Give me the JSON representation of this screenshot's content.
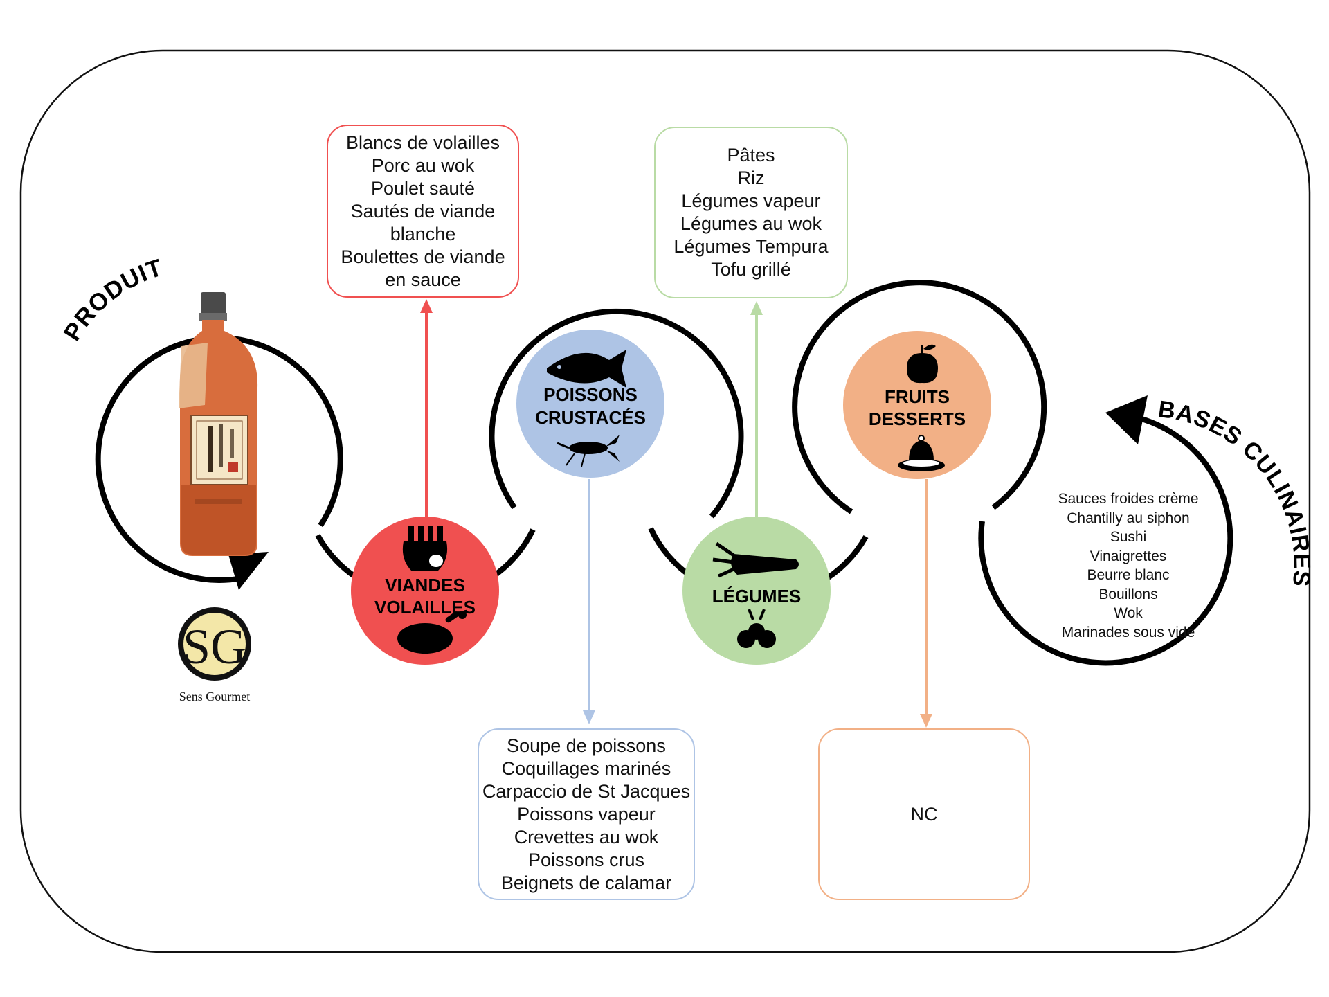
{
  "labels": {
    "produit": "PRODUIT",
    "bases_culinaires": "BASES CULINAIRES",
    "brand": "Sens Gourmet",
    "brand_monogram": "SG"
  },
  "bubbles": [
    {
      "id": "viandes",
      "line1": "VIANDES",
      "line2": "VOLAILLES",
      "color": "#f05050",
      "icons": [
        "meat-rack-icon",
        "roast-chicken-icon"
      ]
    },
    {
      "id": "poissons",
      "line1": "POISSONS",
      "line2": "CRUSTACÉS",
      "color": "#aec4e5",
      "icons": [
        "fish-icon",
        "lobster-icon"
      ]
    },
    {
      "id": "legumes",
      "line1": "LÉGUMES",
      "color": "#b9dba5",
      "icons": [
        "carrot-icon",
        "radish-icon"
      ]
    },
    {
      "id": "fruits",
      "line1": "FRUITS",
      "line2": "DESSERTS",
      "color": "#f2b086",
      "icons": [
        "apple-icon",
        "dessert-icon"
      ]
    }
  ],
  "boxes": {
    "viandes": {
      "color": "#f05050",
      "lines": [
        "Blancs de volailles",
        "Porc au wok",
        "Poulet sauté",
        "Sautés de viande",
        "blanche",
        "Boulettes de viande",
        "en sauce"
      ]
    },
    "legumes": {
      "color": "#b9dba5",
      "lines": [
        "Pâtes",
        "Riz",
        "Légumes vapeur",
        "Légumes au wok",
        "Légumes Tempura",
        "Tofu grillé"
      ]
    },
    "poissons": {
      "color": "#aec4e5",
      "lines": [
        "Soupe de poissons",
        "Coquillages marinés",
        "Carpaccio de St Jacques",
        "Poissons vapeur",
        "Crevettes au wok",
        "Poissons crus",
        "Beignets de calamar"
      ]
    },
    "fruits": {
      "color": "#f2b086",
      "lines": [
        "NC"
      ]
    }
  },
  "bases": [
    "Sauces froides crème",
    "Chantilly au siphon",
    "Sushi",
    "Vinaigrettes",
    "Beurre blanc",
    "Bouillons",
    "Wok",
    "Marinades sous vide"
  ]
}
